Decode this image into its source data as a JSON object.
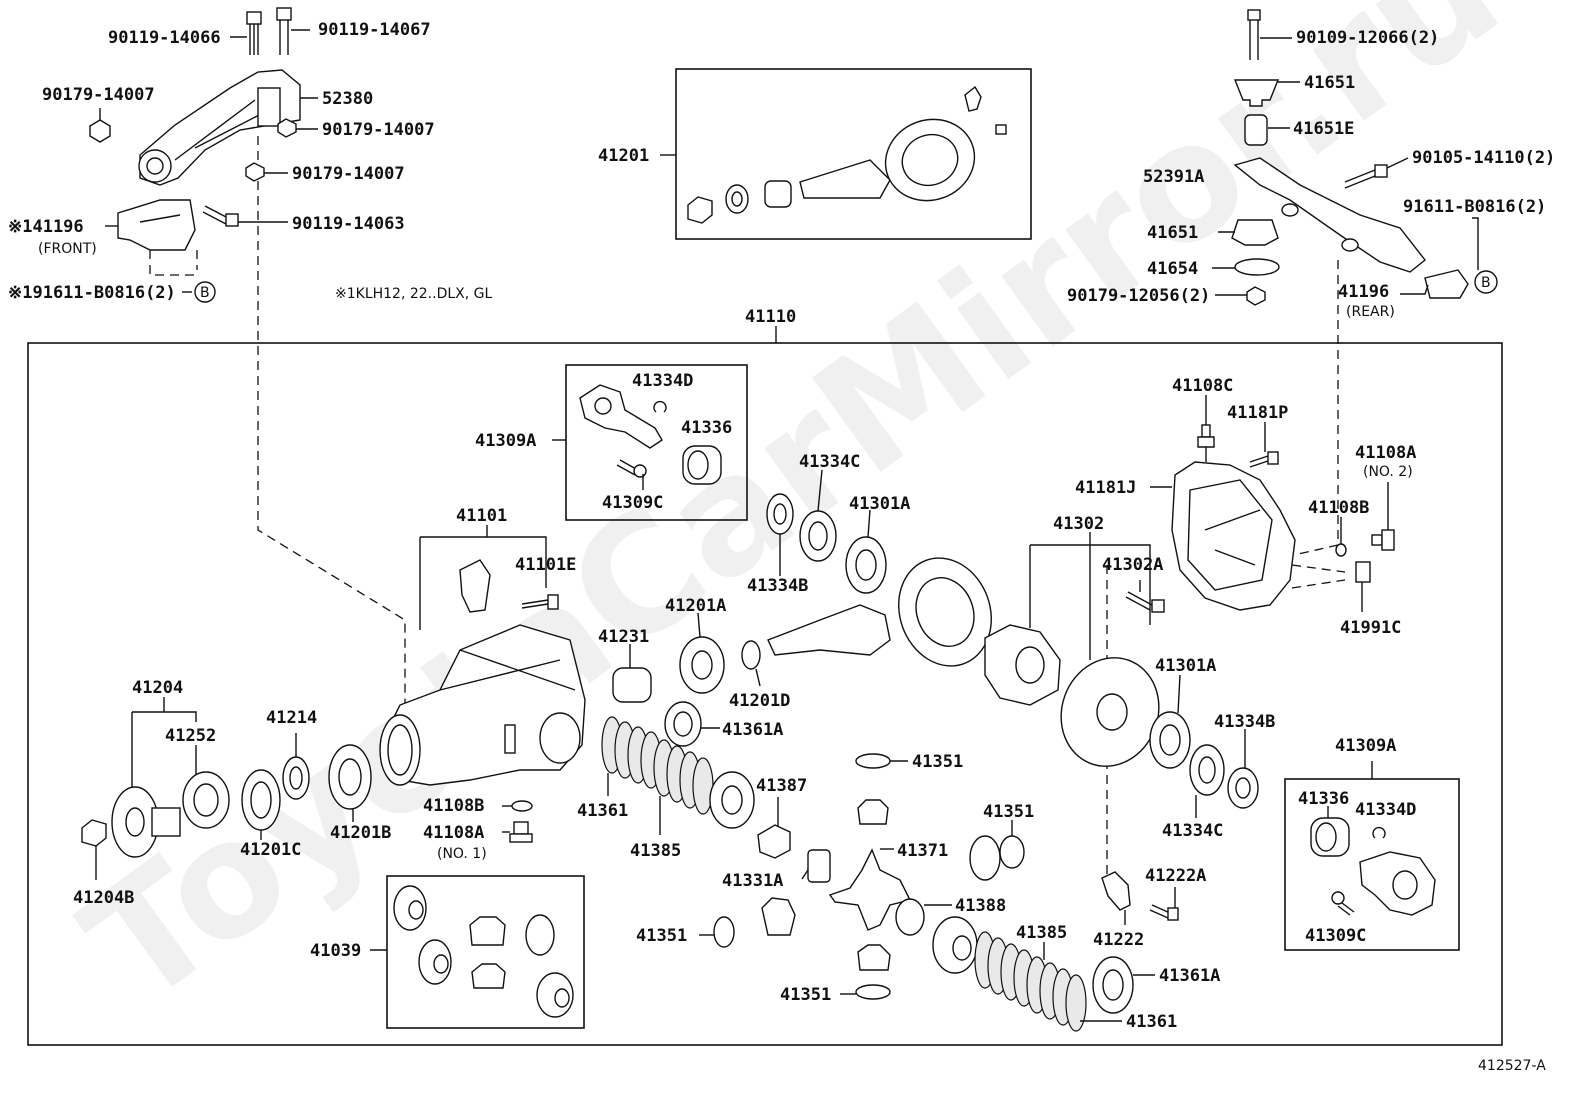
{
  "diagram": {
    "watermark": "ToyotaCarMirror.ru",
    "code": "412527-A",
    "note": "※1KLH12, 22..DLX, GL",
    "bubble_letter": "B",
    "labels": {
      "p90119_14066": "90119-14066",
      "p90119_14067": "90119-14067",
      "p90179_14007_a": "90179-14007",
      "p52380": "52380",
      "p90179_14007_b": "90179-14007",
      "p90179_14007_c": "90179-14007",
      "p90119_14063": "90119-14063",
      "p41196_front": "※141196",
      "front": "(FRONT)",
      "p91611_b0816_front": "※191611-B0816(2)",
      "p41201": "41201",
      "p90109_12066": "90109-12066(2)",
      "p41651_top": "41651",
      "p41651e": "41651E",
      "p52391a": "52391A",
      "p90105_14110": "90105-14110(2)",
      "p91611_b0816_rear": "91611-B0816(2)",
      "p41651_mid": "41651",
      "p41654": "41654",
      "p90179_12056": "90179-12056(2)",
      "p41196_rear": "41196",
      "rear": "(REAR)",
      "p41110": "41110",
      "p41334d_a": "41334D",
      "p41309a_a": "41309A",
      "p41336_a": "41336",
      "p41309c_a": "41309C",
      "p41334c_a": "41334C",
      "p41301a_a": "41301A",
      "p41101": "41101",
      "p41101e": "41101E",
      "p41334b_a": "41334B",
      "p41201a": "41201A",
      "p41231": "41231",
      "p41201d": "41201D",
      "p41361a_a": "41361A",
      "p41302": "41302",
      "p41302a": "41302A",
      "p41108c": "41108C",
      "p41181p": "41181P",
      "p41181j": "41181J",
      "p41108a_b": "41108A",
      "no2": "(NO. 2)",
      "p41108b_b": "41108B",
      "p41991c": "41991C",
      "p41204": "41204",
      "p41252": "41252",
      "p41214": "41214",
      "p41204b": "41204B",
      "p41201c": "41201C",
      "p41201b": "41201B",
      "p41108b_a": "41108B",
      "p41108a_a": "41108A",
      "no1": "(NO. 1)",
      "p41361": "41361",
      "p41385_a": "41385",
      "p41387": "41387",
      "p41351_a": "41351",
      "p41371": "41371",
      "p41351_b": "41351",
      "p41331a": "41331A",
      "p41388": "41388",
      "p41351_c": "41351",
      "p41351_d": "41351",
      "p41301a_b": "41301A",
      "p41334b_b": "41334B",
      "p41334c_b": "41334C",
      "p41222a": "41222A",
      "p41222": "41222",
      "p41385_b": "41385",
      "p41361a_b": "41361A",
      "p41361_b": "41361",
      "p41309a_b": "41309A",
      "p41336_b": "41336",
      "p41334d_b": "41334D",
      "p41309c_b": "41309C",
      "p41039": "41039"
    }
  }
}
